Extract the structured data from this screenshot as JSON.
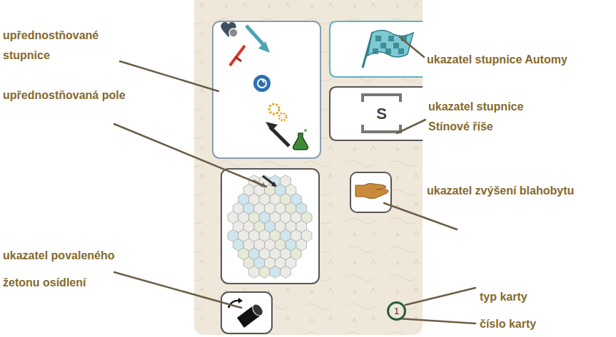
{
  "diagram": {
    "nodes": [
      {
        "text": [
          "S"
        ]
      },
      {
        "text": [
          "1"
        ]
      }
    ],
    "labels": [
      "upřednostňované stupnice",
      "upřednostňovaná pole",
      "ukazatel povaleného žetonu osídlení",
      "ukazatel stupnice Automy",
      "ukazatel stupnice Stínové říše",
      "ukazatel zvýšení blahobytu",
      "typ karty",
      "číslo karty"
    ]
  }
}
